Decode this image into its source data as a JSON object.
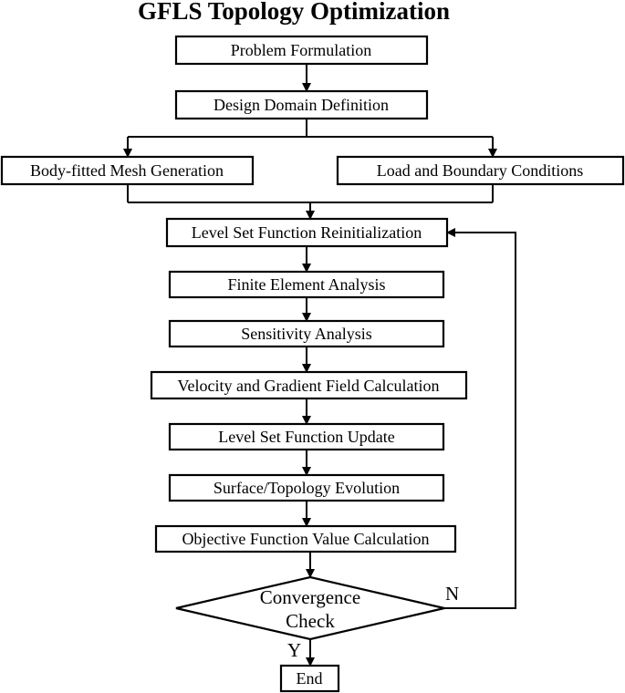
{
  "title": "GFLS Topology Optimization",
  "steps": {
    "problem_formulation": "Problem Formulation",
    "design_domain_definition": "Design Domain Definition",
    "body_fitted_mesh": "Body-fitted Mesh Generation",
    "load_boundary": "Load and Boundary Conditions",
    "reinitialization": "Level Set Function Reinitialization",
    "fea": "Finite Element Analysis",
    "sensitivity": "Sensitivity Analysis",
    "velocity_gradient": "Velocity and Gradient Field Calculation",
    "ls_update": "Level Set Function Update",
    "surface_evolution": "Surface/Topology Evolution",
    "objective": "Objective Function Value Calculation",
    "convergence_line1": "Convergence",
    "convergence_line2": "Check",
    "end": "End"
  },
  "branch_labels": {
    "no": "N",
    "yes": "Y"
  }
}
